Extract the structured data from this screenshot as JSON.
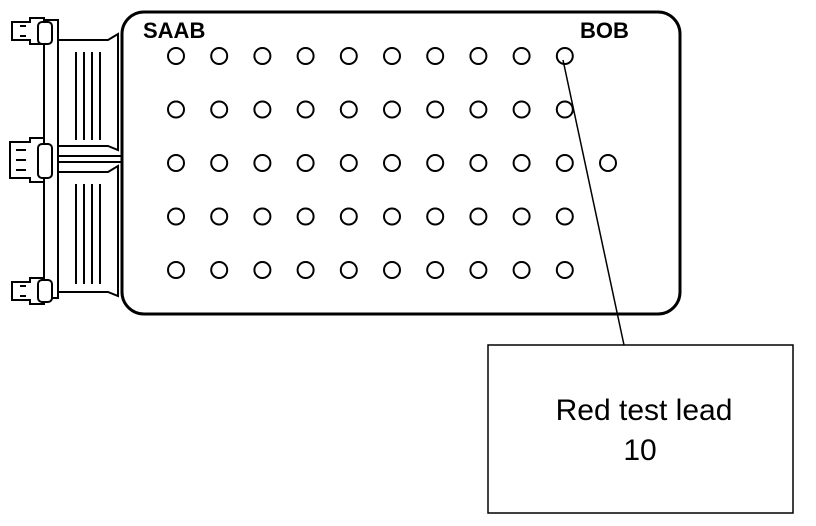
{
  "diagram": {
    "brand_left": "SAAB",
    "brand_right": "BOB",
    "callout": {
      "line1": "Red test lead",
      "line2": "10"
    },
    "pin_rows": [
      10,
      10,
      11,
      10,
      10
    ],
    "highlighted_pin": {
      "row": 1,
      "column": 10
    },
    "colors": {
      "ink": "#000000",
      "background": "#ffffff"
    }
  }
}
